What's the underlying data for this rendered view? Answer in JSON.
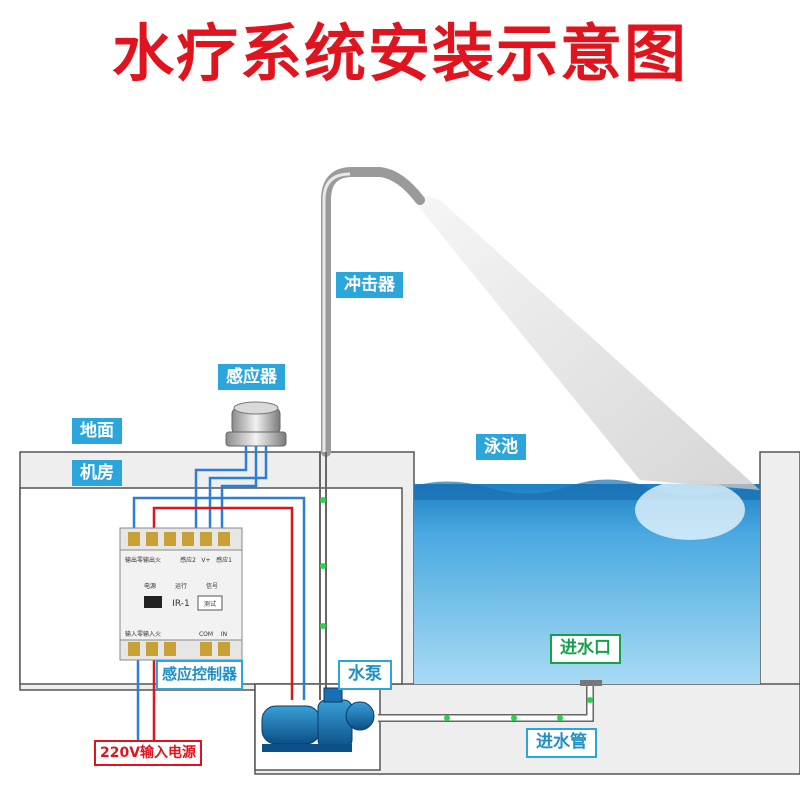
{
  "title": "水疗系统安装示意图",
  "labels": {
    "impactor": "冲击器",
    "sensor": "感应器",
    "ground": "地面",
    "machine_room": "机房",
    "pool": "泳池",
    "pump": "水泵",
    "inlet": "进水口",
    "inlet_pipe": "进水管",
    "controller": "感应控制器",
    "power": "220V输入电源"
  },
  "controller": {
    "model": "IR-1",
    "terminals_top": [
      "输出零",
      "输出火",
      "感应2",
      "V+",
      "感应1"
    ],
    "indicators": [
      "电源",
      "运行",
      "信号"
    ],
    "test_button": "测试",
    "terminals_bottom": [
      "输入零",
      "输入火",
      "COM",
      "IN"
    ]
  },
  "colors": {
    "title_red": "#e0141e",
    "label_blue": "#2aa6dc",
    "wire_red": "#e0141e",
    "wire_blue": "#2a7fd4",
    "pipe_green": "#2bd44a"
  }
}
